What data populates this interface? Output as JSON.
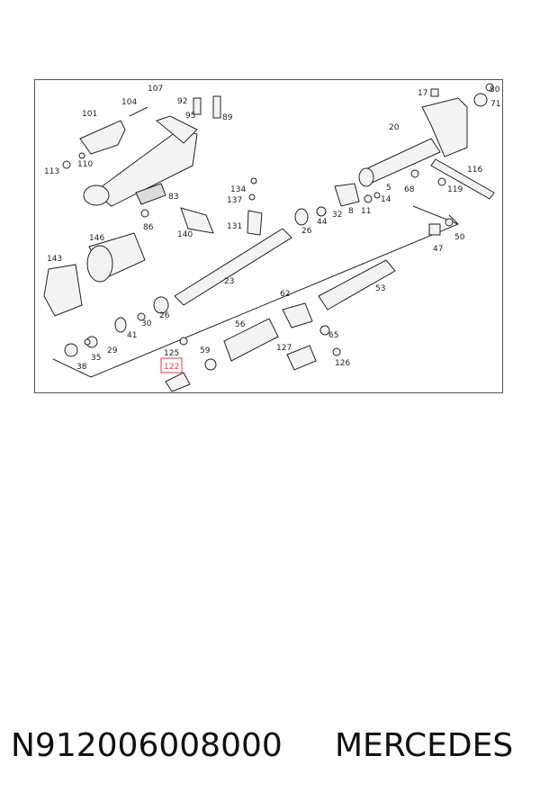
{
  "diagram": {
    "labels": {
      "l107": "107",
      "l104": "104",
      "l92": "92",
      "l95": "95",
      "l89": "89",
      "l101": "101",
      "l113": "113",
      "l110": "110",
      "l83": "83",
      "l86": "86",
      "l140": "140",
      "l134": "134",
      "l137": "137",
      "l131": "131",
      "l17": "17",
      "l80": "80",
      "l71": "71",
      "l20": "20",
      "l116": "116",
      "l5": "5",
      "l68": "68",
      "l119": "119",
      "l14": "14",
      "l8": "8",
      "l32": "32",
      "l11": "11",
      "l44": "44",
      "l26a": "26",
      "l50": "50",
      "l47": "47",
      "l146": "146",
      "l143": "143",
      "l23": "23",
      "l26b": "26",
      "l30": "30",
      "l41": "41",
      "l62": "62",
      "l53": "53",
      "l56": "56",
      "l65": "65",
      "l127": "127",
      "l126": "126",
      "l125": "125",
      "l122": "122",
      "l59": "59",
      "l29": "29",
      "l35": "35",
      "l38": "38"
    },
    "highlight_color": "#e03a4a"
  },
  "caption": {
    "part_number": "N912006008000",
    "brand": "MERCEDES"
  }
}
